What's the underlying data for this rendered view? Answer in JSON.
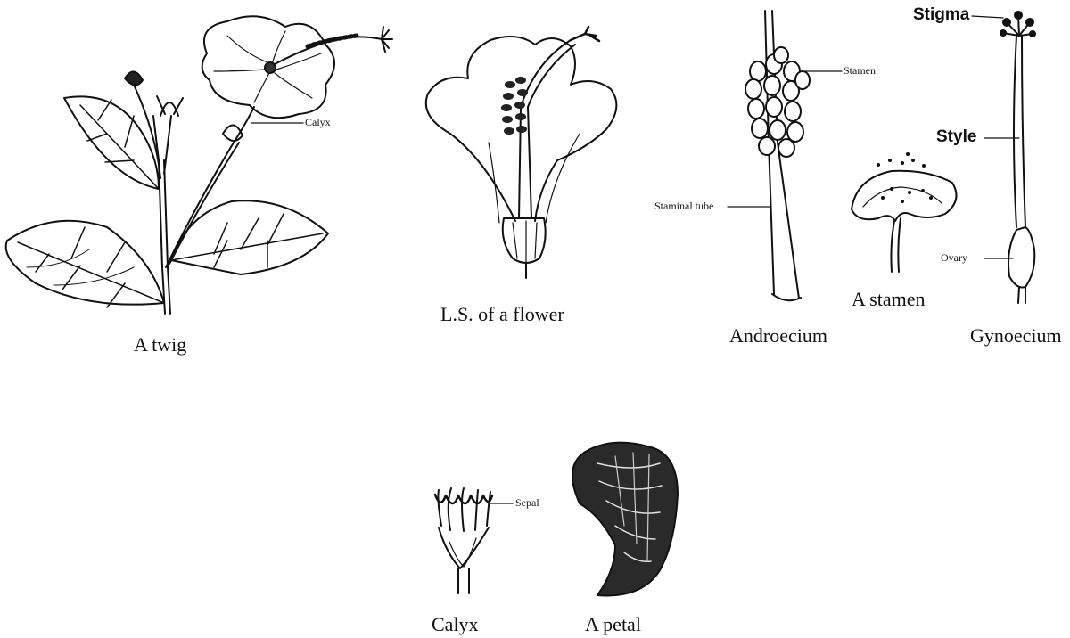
{
  "captions": {
    "twig": "A twig",
    "ls_flower": "L.S. of a flower",
    "androecium": "Androecium",
    "a_stamen": "A stamen",
    "gynoecium": "Gynoecium",
    "calyx": "Calyx",
    "a_petal": "A petal"
  },
  "labels": {
    "calyx": "Calyx",
    "stamen": "Stamen",
    "staminal_tube": "Staminal tube",
    "stigma": "Stigma",
    "style": "Style",
    "ovary": "Ovary",
    "sepal": "Sepal"
  },
  "colors": {
    "ink": "#111111",
    "background": "#ffffff"
  }
}
